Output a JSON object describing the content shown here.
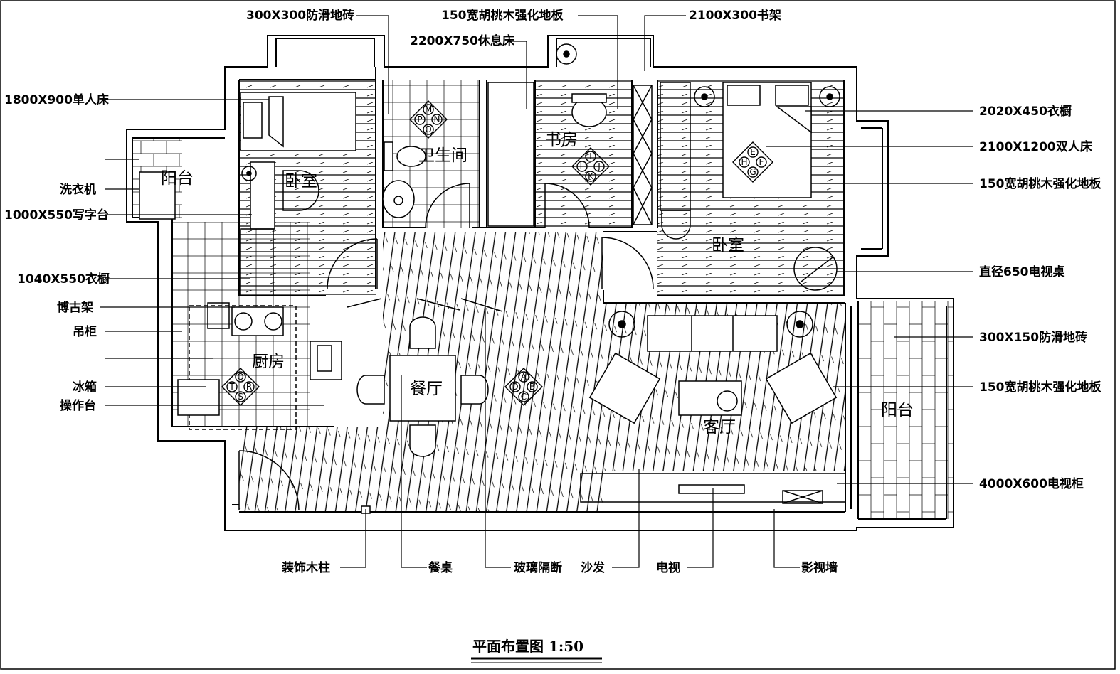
{
  "drawing": {
    "title": "平面布置图 1:50",
    "rooms": {
      "balcony_left": "阳台",
      "bedroom_small": "卧室",
      "bathroom": "卫生间",
      "study": "书房",
      "bedroom_master": "卧室",
      "kitchen": "厨房",
      "dining": "餐厅",
      "living": "客厅",
      "balcony_right": "阳台"
    },
    "labels": {
      "tile_300x300": "300X300防滑地砖",
      "walnut_floor_top": "150宽胡桃木强化地板",
      "bookshelf": "2100X300书架",
      "rest_bed": "2200X750休息床",
      "single_bed": "1800X900单人床",
      "wardrobe_2020": "2020X450衣橱",
      "double_bed": "2100X1200双人床",
      "washer": "洗衣机",
      "walnut_floor_right1": "150宽胡桃木强化地板",
      "desk": "1000X550写字台",
      "tv_table": "直径650电视桌",
      "wardrobe_1040": "1040X550衣橱",
      "curio_shelf": "博古架",
      "wall_cabinet": "吊柜",
      "tile_300x150": "300X150防滑地砖",
      "fridge": "冰箱",
      "walnut_floor_right2": "150宽胡桃木强化地板",
      "counter": "操作台",
      "tv_cabinet": "4000X600电视柜",
      "deco_column": "装饰木柱",
      "dining_table": "餐桌",
      "glass_partition": "玻璃隔断",
      "sofa": "沙发",
      "tv": "电视",
      "tv_wall": "影视墙"
    },
    "markers": {
      "bath": [
        "M",
        "N",
        "O",
        "P"
      ],
      "study": [
        "I",
        "J",
        "K",
        "L"
      ],
      "master": [
        "E",
        "F",
        "G",
        "H"
      ],
      "kitchen": [
        "Q",
        "R",
        "S",
        "T"
      ],
      "dining": [
        "A",
        "B",
        "C",
        "D"
      ]
    }
  }
}
